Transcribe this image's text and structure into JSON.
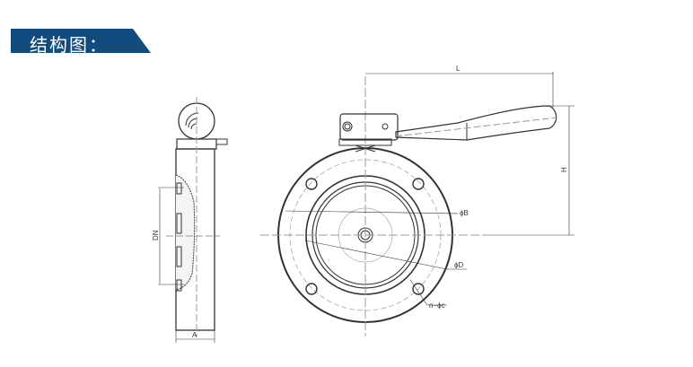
{
  "title": "结构图：",
  "labels": {
    "L": "L",
    "H": "H",
    "DN": "DN",
    "A": "A",
    "B": "ϕB",
    "D": "ϕD",
    "nc": "n−ϕc"
  },
  "colors": {
    "banner": "#124b7e",
    "line": "#333333"
  }
}
